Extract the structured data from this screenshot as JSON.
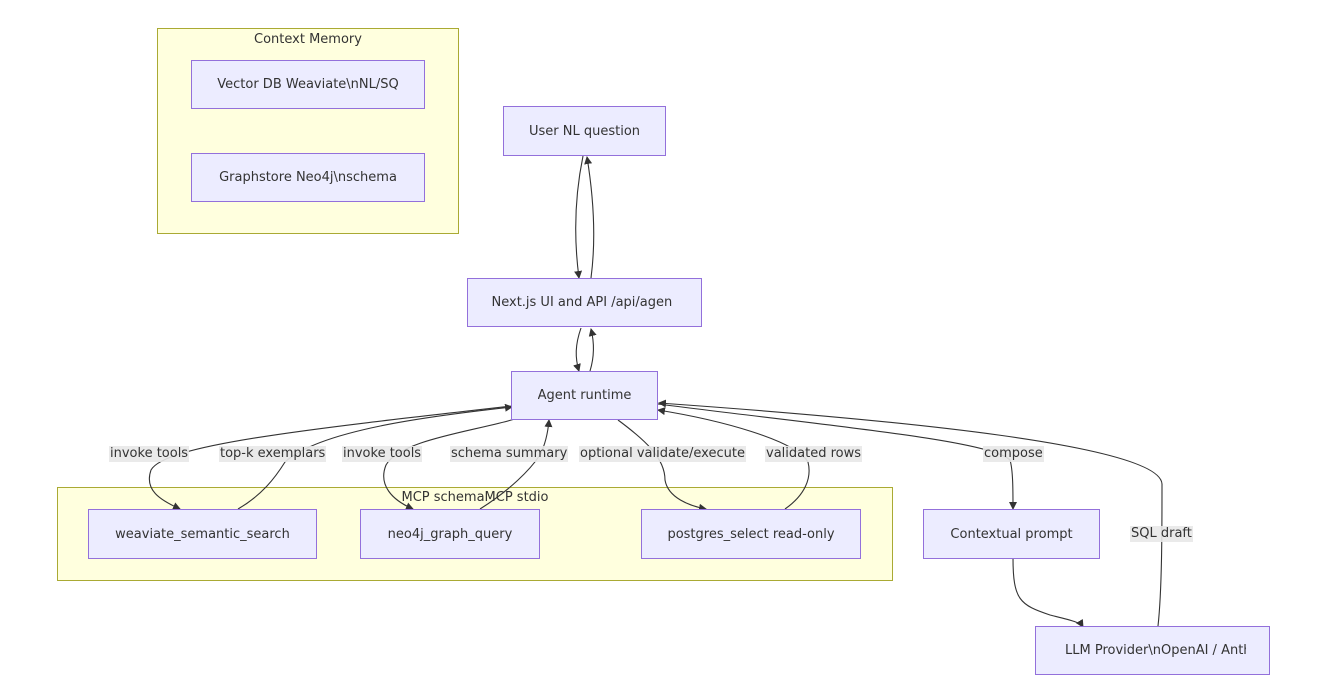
{
  "clusters": {
    "context_memory": "Context Memory",
    "mcp": "MCP schemaMCP stdio"
  },
  "nodes": {
    "vector_db": "Vector DB Weaviate\\nNL/SQ",
    "graphstore": "Graphstore Neo4j\\nschema",
    "user_question": "User NL question",
    "nextjs": "Next.js UI and API /api/agent",
    "agent_runtime": "Agent runtime",
    "weaviate_search": "weaviate_semantic_search",
    "neo4j_query": "neo4j_graph_query",
    "postgres_select": "postgres_select read-only",
    "contextual_prompt": "Contextual prompt",
    "llm_provider": "LLM Provider\\nOpenAI / Anthropic"
  },
  "edge_labels": {
    "invoke_tools_1": "invoke tools",
    "topk": "top-k exemplars",
    "invoke_tools_2": "invoke tools",
    "schema_summary": "schema summary",
    "optional_validate": "optional validate/execute",
    "validated_rows": "validated rows",
    "compose": "compose",
    "sql_draft": "SQL draft"
  },
  "colors": {
    "node_fill": "#ececff",
    "node_border": "#9370db",
    "cluster_fill": "#ffffde",
    "cluster_border": "#aaaa33",
    "edge": "#333333",
    "label_bg": "#e8e8e8"
  }
}
